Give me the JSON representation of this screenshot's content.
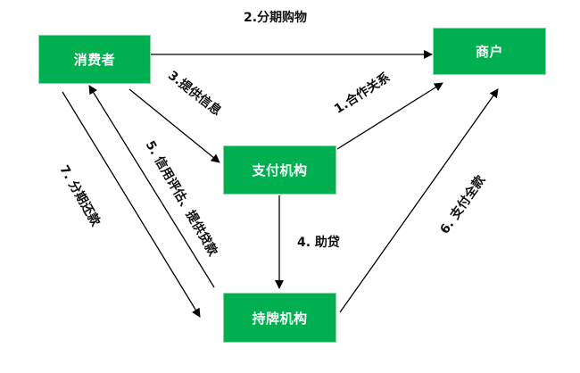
{
  "nodes": {
    "consumer": "消费者",
    "merchant": "商户",
    "payment_institution": "支付机构",
    "card_issuer": "持牌机构"
  },
  "edges": {
    "e1": "1.合作关系",
    "e2": "2.分期购物",
    "e3": "3.提供信息",
    "e4": "4. 助贷",
    "e5": "5. 信用评估、提供贷款",
    "e6": "6. 支付全款",
    "e7": "7. 分期还款"
  },
  "colors": {
    "node_fill": "#00b050",
    "node_text": "#ffffff",
    "edge": "#000000"
  }
}
